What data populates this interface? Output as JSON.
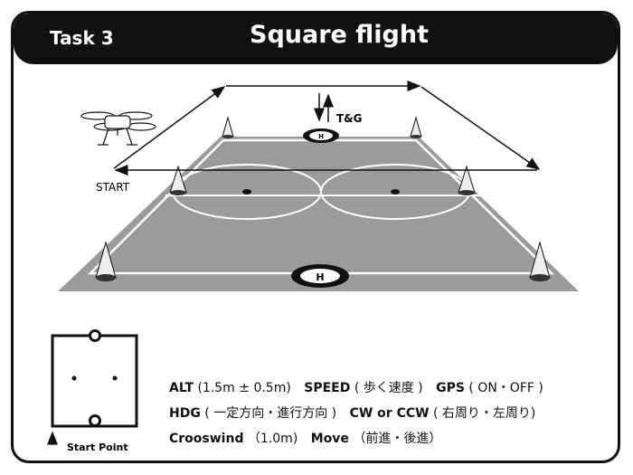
{
  "header": {
    "task": "Task 3",
    "title": "Square flight"
  },
  "diagram": {
    "start_label": "START",
    "tg_label": "T&G"
  },
  "layout": {
    "title": "Course layout",
    "start_point": "Start Point"
  },
  "specs": {
    "alt_key": "ALT",
    "alt_val": "(1.5m ± 0.5m)",
    "speed_key": "SPEED",
    "speed_val": "( 歩く速度 )",
    "gps_key": "GPS",
    "gps_val": "( ON・OFF )",
    "hdg_key": "HDG",
    "hdg_val": "( 一定方向・進行方向 )",
    "cw_key": "CW or CCW",
    "cw_val": "( 右周り・左周り)",
    "cross_key": "Crooswind",
    "cross_val": "（1.0m)",
    "move_key": "Move",
    "move_val": "（前進・後進）"
  },
  "colors": {
    "field": "#9b9b9b",
    "line": "#ffffff",
    "ink": "#111111"
  }
}
